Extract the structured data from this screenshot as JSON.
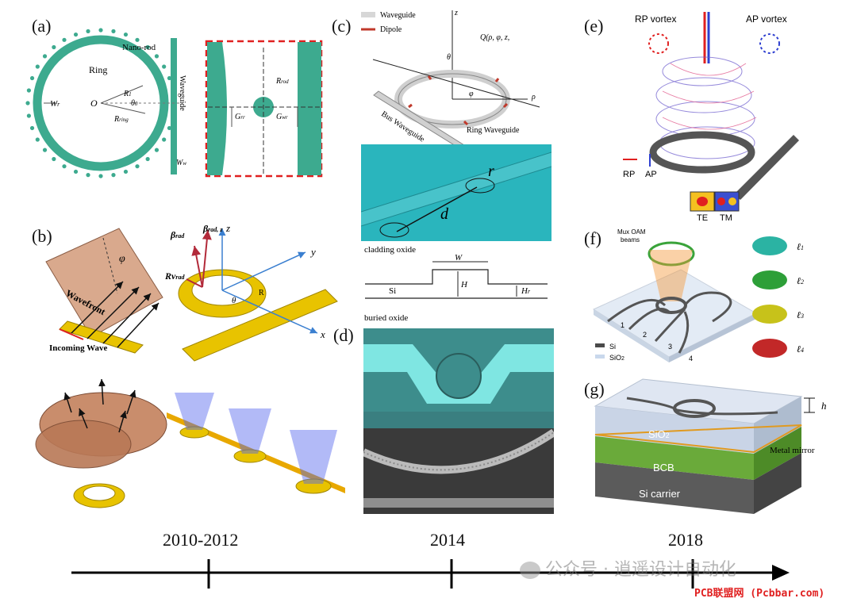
{
  "panels": {
    "a": {
      "label": "(a)",
      "nano_rod": "Nano-rod",
      "ring": "Ring",
      "waveguide": "Waveguide",
      "o": "O",
      "wr": "W",
      "wr_sub": "r",
      "r1": "R",
      "r1_sub": "1",
      "theta": "θ",
      "theta_sub": "0",
      "rring": "R",
      "rring_sub": "ring",
      "ww": "W",
      "ww_sub": "w",
      "rrod": "R",
      "rrod_sub": "rod",
      "grr": "G",
      "grr_sub": "rr",
      "gwr": "G",
      "gwr_sub": "wr"
    },
    "b": {
      "label": "(b)",
      "phi": "φ",
      "wavefront": "Wavefront",
      "incoming": "Incoming Wave",
      "beta_rad": "β",
      "beta_rad_sub": "rad",
      "beta_radz": "β",
      "beta_radz_sub": "rad, z",
      "rv_rad": "Rv",
      "rv_rad_sub": "rad",
      "z": "z",
      "y": "y",
      "x": "x",
      "theta": "θ",
      "r": "R"
    },
    "c": {
      "label": "(c)",
      "legend_waveguide": "Waveguide",
      "legend_dipole": "Dipole",
      "z": "z",
      "point": "Q(ρ, φ, z,",
      "theta": "θ",
      "phi": "φ",
      "rho": "ρ",
      "bus": "Bus Waveguide",
      "ring": "Ring Waveguide",
      "r": "r",
      "d": "d",
      "cladding": "cladding oxide",
      "w": "W",
      "si": "Si",
      "h": "H",
      "hr": "H",
      "hr_sub": "r",
      "buried": "buried oxide"
    },
    "d": {
      "label": "(d)"
    },
    "e": {
      "label": "(e)",
      "rp_vortex": "RP vortex",
      "ap_vortex": "AP vortex",
      "rp": "RP",
      "ap": "AP",
      "te": "TE",
      "tm": "TM"
    },
    "f": {
      "label": "(f)",
      "mux": "Mux OAM",
      "beams": "beams",
      "si": "Si",
      "sio2": "SiO",
      "sio2_sub": "2",
      "ports": [
        "1",
        "2",
        "3",
        "4"
      ],
      "l_labels": [
        "ℓ",
        "ℓ",
        "ℓ",
        "ℓ"
      ],
      "l_subs": [
        "1",
        "2",
        "3",
        "4"
      ]
    },
    "g": {
      "label": "(g)",
      "h": "h",
      "sio2": "SiO",
      "sio2_sub": "2",
      "metal_mirror": "Metal mirror",
      "bcb": "BCB",
      "si_carrier": "Si carrier"
    }
  },
  "timeline": {
    "years": [
      "2010-2012",
      "2014",
      "2018"
    ]
  },
  "watermark": {
    "text": "公众号 · 逍遥设计自动化",
    "footer": "PCB联盟网 (Pcbbar.com)"
  },
  "colors": {
    "teal": "#3daa8f",
    "red_dash": "#e02020",
    "gold": "#e8c300",
    "copper": "#c98d6c",
    "slab_cyan": "#2ab5bd",
    "bcb_green": "#6aaa3a",
    "si_gray": "#5b5b5b",
    "sio2_blue": "#c9d8ec"
  }
}
